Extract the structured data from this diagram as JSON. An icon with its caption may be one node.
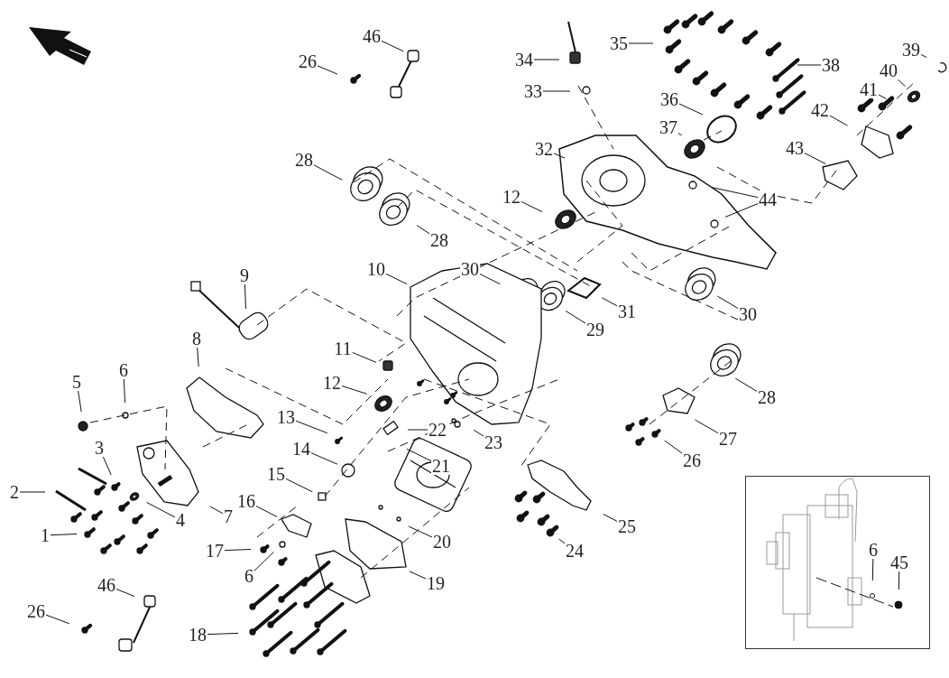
{
  "diagram": {
    "nodes": [
      {
        "text": [
          "46"
        ]
      },
      {
        "text": [
          "26"
        ]
      },
      {
        "text": [
          "34"
        ]
      },
      {
        "text": [
          "35"
        ]
      },
      {
        "text": [
          "38"
        ]
      },
      {
        "text": [
          "39"
        ]
      },
      {
        "text": [
          "40"
        ]
      },
      {
        "text": [
          "33"
        ]
      },
      {
        "text": [
          "41"
        ]
      },
      {
        "text": [
          "36"
        ]
      },
      {
        "text": [
          "42"
        ]
      },
      {
        "text": [
          "37"
        ]
      },
      {
        "text": [
          "32"
        ]
      },
      {
        "text": [
          "43"
        ]
      },
      {
        "text": [
          "28"
        ]
      },
      {
        "text": [
          "44"
        ]
      },
      {
        "text": [
          "12"
        ]
      },
      {
        "text": [
          "28"
        ]
      },
      {
        "text": [
          "10"
        ]
      },
      {
        "text": [
          "30"
        ]
      },
      {
        "text": [
          "9"
        ]
      },
      {
        "text": [
          "31"
        ]
      },
      {
        "text": [
          "29"
        ]
      },
      {
        "text": [
          "30"
        ]
      },
      {
        "text": [
          "8"
        ]
      },
      {
        "text": [
          "11"
        ]
      },
      {
        "text": [
          "6"
        ]
      },
      {
        "text": [
          "5"
        ]
      },
      {
        "text": [
          "12"
        ]
      },
      {
        "text": [
          "28"
        ]
      },
      {
        "text": [
          "13"
        ]
      },
      {
        "text": [
          "22"
        ]
      },
      {
        "text": [
          "27"
        ]
      },
      {
        "text": [
          "23"
        ]
      },
      {
        "text": [
          "3"
        ]
      },
      {
        "text": [
          "14"
        ]
      },
      {
        "text": [
          "26"
        ]
      },
      {
        "text": [
          "21"
        ]
      },
      {
        "text": [
          "15"
        ]
      },
      {
        "text": [
          "2"
        ]
      },
      {
        "text": [
          "16"
        ]
      },
      {
        "text": [
          "7"
        ]
      },
      {
        "text": [
          "4"
        ]
      },
      {
        "text": [
          "25"
        ]
      },
      {
        "text": [
          "1"
        ]
      },
      {
        "text": [
          "20"
        ]
      },
      {
        "text": [
          "17"
        ]
      },
      {
        "text": [
          "24"
        ]
      },
      {
        "text": [
          "6"
        ]
      },
      {
        "text": [
          "19"
        ]
      },
      {
        "text": [
          "46"
        ]
      },
      {
        "text": [
          "26"
        ]
      },
      {
        "text": [
          "18"
        ]
      },
      {
        "text": [],
        "shape": "box"
      },
      {
        "text": [
          "6"
        ],
        "in": 53
      },
      {
        "text": [
          "45"
        ],
        "in": 53
      }
    ],
    "edges": [
      {
        "from": 0,
        "to": null,
        "arrow": "none"
      },
      {
        "from": 1,
        "to": null,
        "arrow": "none"
      },
      {
        "from": 2,
        "to": null,
        "arrow": "none"
      },
      {
        "from": 3,
        "to": null,
        "arrow": "none"
      },
      {
        "from": 4,
        "to": null,
        "arrow": "none"
      },
      {
        "from": 5,
        "to": null,
        "arrow": "none"
      },
      {
        "from": 6,
        "to": null,
        "arrow": "none"
      },
      {
        "from": 7,
        "to": null,
        "arrow": "none"
      },
      {
        "from": 8,
        "to": null,
        "arrow": "none"
      },
      {
        "from": 9,
        "to": null,
        "arrow": "none"
      },
      {
        "from": 10,
        "to": null,
        "arrow": "none"
      },
      {
        "from": 11,
        "to": null,
        "arrow": "none"
      },
      {
        "from": 12,
        "to": null,
        "arrow": "none"
      },
      {
        "from": 13,
        "to": null,
        "arrow": "none"
      },
      {
        "from": 14,
        "to": null,
        "arrow": "none"
      },
      {
        "from": 15,
        "to": null,
        "arrow": "none"
      },
      {
        "from": 15,
        "to": null,
        "arrow": "none"
      },
      {
        "from": 16,
        "to": null,
        "arrow": "none"
      },
      {
        "from": 17,
        "to": null,
        "arrow": "none"
      },
      {
        "from": 18,
        "to": null,
        "arrow": "none"
      },
      {
        "from": 19,
        "to": null,
        "arrow": "none"
      },
      {
        "from": 20,
        "to": null,
        "arrow": "none"
      },
      {
        "from": 21,
        "to": null,
        "arrow": "none"
      },
      {
        "from": 22,
        "to": null,
        "arrow": "none"
      },
      {
        "from": 23,
        "to": null,
        "arrow": "none"
      },
      {
        "from": 24,
        "to": null,
        "arrow": "none"
      },
      {
        "from": 25,
        "to": null,
        "arrow": "none"
      },
      {
        "from": 26,
        "to": null,
        "arrow": "none"
      },
      {
        "from": 27,
        "to": null,
        "arrow": "none"
      },
      {
        "from": 28,
        "to": null,
        "arrow": "none"
      },
      {
        "from": 29,
        "to": null,
        "arrow": "none"
      },
      {
        "from": 30,
        "to": null,
        "arrow": "none"
      },
      {
        "from": 31,
        "to": null,
        "arrow": "none"
      },
      {
        "from": 32,
        "to": null,
        "arrow": "none"
      },
      {
        "from": 33,
        "to": null,
        "arrow": "none"
      },
      {
        "from": 34,
        "to": null,
        "arrow": "none"
      },
      {
        "from": 35,
        "to": null,
        "arrow": "none"
      },
      {
        "from": 36,
        "to": null,
        "arrow": "none"
      },
      {
        "from": 37,
        "to": null,
        "arrow": "none"
      },
      {
        "from": 38,
        "to": null,
        "arrow": "none"
      },
      {
        "from": 39,
        "to": null,
        "arrow": "none"
      },
      {
        "from": 40,
        "to": null,
        "arrow": "none"
      },
      {
        "from": 41,
        "to": null,
        "arrow": "none"
      },
      {
        "from": 42,
        "to": null,
        "arrow": "none"
      },
      {
        "from": 43,
        "to": null,
        "arrow": "none"
      },
      {
        "from": 44,
        "to": null,
        "arrow": "none"
      },
      {
        "from": 45,
        "to": null,
        "arrow": "none"
      },
      {
        "from": 46,
        "to": null,
        "arrow": "none"
      },
      {
        "from": 47,
        "to": null,
        "arrow": "none"
      },
      {
        "from": 48,
        "to": null,
        "arrow": "none"
      },
      {
        "from": 49,
        "to": null,
        "arrow": "none"
      },
      {
        "from": 50,
        "to": null,
        "arrow": "none"
      },
      {
        "from": 51,
        "to": null,
        "arrow": "none"
      },
      {
        "from": 52,
        "to": null,
        "arrow": "none"
      },
      {
        "from": 54,
        "to": null,
        "arrow": "none"
      },
      {
        "from": 55,
        "to": null,
        "arrow": "none"
      }
    ]
  }
}
